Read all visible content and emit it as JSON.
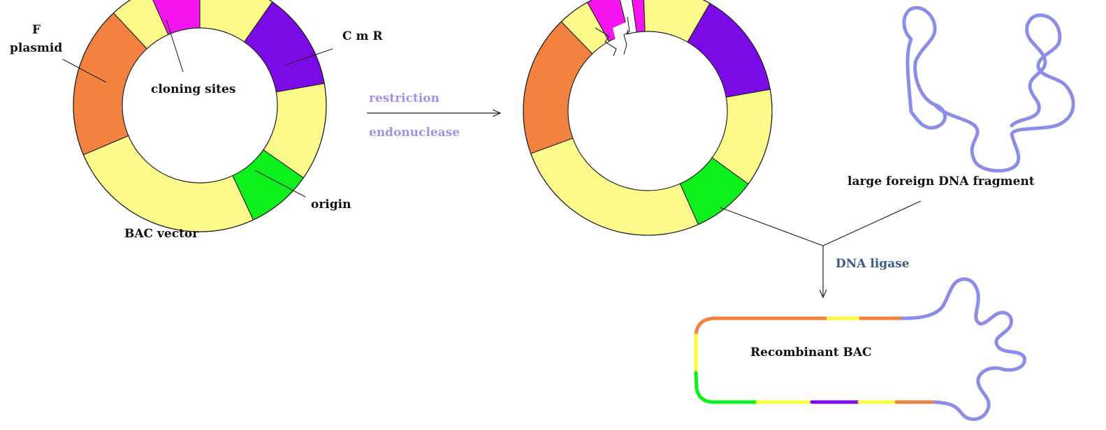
{
  "colors": {
    "yellow": "#fdfa8c",
    "orange": "#f3813f",
    "magenta": "#f515f0",
    "purple": "#7a0ae6",
    "green": "#0ef01b",
    "foreign_dna": "#8c8ee6",
    "enzyme_text": "#9a95e6",
    "ligase_text": "#3c5a88",
    "line": "#222222"
  },
  "labels": {
    "f_plasmid_line1": "F",
    "f_plasmid_line2": "plasmid",
    "cloning_sites": "cloning sites",
    "cmr": "C m R",
    "origin": "origin",
    "bac_vector": "BAC vector",
    "restriction": "restriction",
    "endonuclease": "endonuclease",
    "large_foreign_dna": "large foreign DNA fragment",
    "dna_ligase": "DNA ligase",
    "recombinant_bac": "Recombinant BAC"
  }
}
